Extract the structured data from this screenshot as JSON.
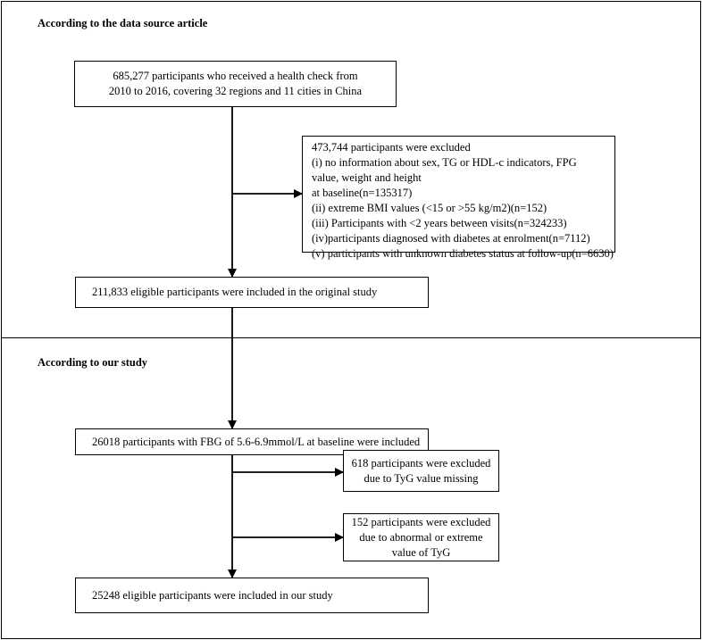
{
  "sections": {
    "top_title": "According to the data source article",
    "bottom_title": "According to our study"
  },
  "boxes": {
    "start": [
      "685,277 participants who received a health check from",
      "2010 to 2016, covering 32 regions and 11 cities in China"
    ],
    "excluded_original": [
      "473,744 participants were excluded",
      "(i) no information about sex, TG or HDL-c indicators, FPG",
      "value, weight and height",
      "at baseline(n=135317)",
      "(ii) extreme BMI values (<15 or >55 kg/m2)(n=152)",
      "(iii) Participants with <2 years between visits(n=324233)",
      "(iv)participants diagnosed with diabetes at enrolment(n=7112)",
      "(v) participants with unknown diabetes status at follow-up(n=6630)"
    ],
    "original_study": "211,833 eligible participants  were included in the original study",
    "fbg_included": "26018 participants with FBG of 5.6-6.9mmol/L at baseline were included",
    "excluded_tyg_missing": [
      "618 participants were excluded",
      "due to TyG value missing"
    ],
    "excluded_tyg_abnormal": [
      "152 participants were excluded",
      "due to abnormal or extreme",
      "value of TyG"
    ],
    "final_study": "25248 eligible participants were included in our study"
  }
}
